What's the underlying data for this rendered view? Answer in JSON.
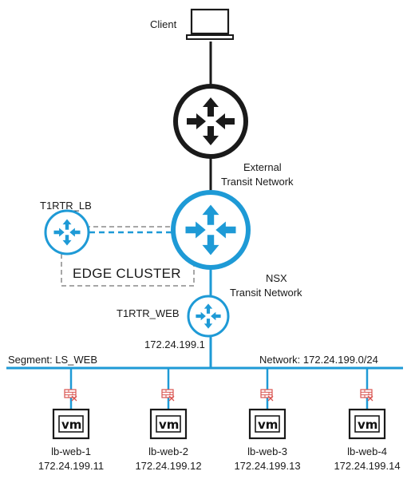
{
  "labels": {
    "client": "Client",
    "external_line1": "External",
    "external_line2": "Transit  Network",
    "t1rtr_lb": "T1RTR_LB",
    "edge_cluster": "EDGE CLUSTER",
    "nsx_line1": "NSX",
    "nsx_line2": "Transit  Network",
    "t1rtr_web": "T1RTR_WEB",
    "t1rtr_web_ip": "172.24.199.1",
    "segment": "Segment: LS_WEB",
    "network": "Network: 172.24.199.0/24"
  },
  "vms": [
    {
      "icon": "vm",
      "name": "lb-web-1",
      "ip": "172.24.199.11"
    },
    {
      "icon": "vm",
      "name": "lb-web-2",
      "ip": "172.24.199.12"
    },
    {
      "icon": "vm",
      "name": "lb-web-3",
      "ip": "172.24.199.13"
    },
    {
      "icon": "vm",
      "name": "lb-web-4",
      "ip": "172.24.199.14"
    }
  ],
  "colors": {
    "accent": "#1e9ad6",
    "line_dark": "#1a1a1a",
    "firewall": "#d9534f",
    "edge_cluster_border": "#8a8a8a"
  },
  "icons": {
    "client": "laptop-icon",
    "t0_router": "router-icon",
    "t1_router": "router-icon",
    "firewall": "firewall-icon",
    "vm": "vm-icon"
  }
}
